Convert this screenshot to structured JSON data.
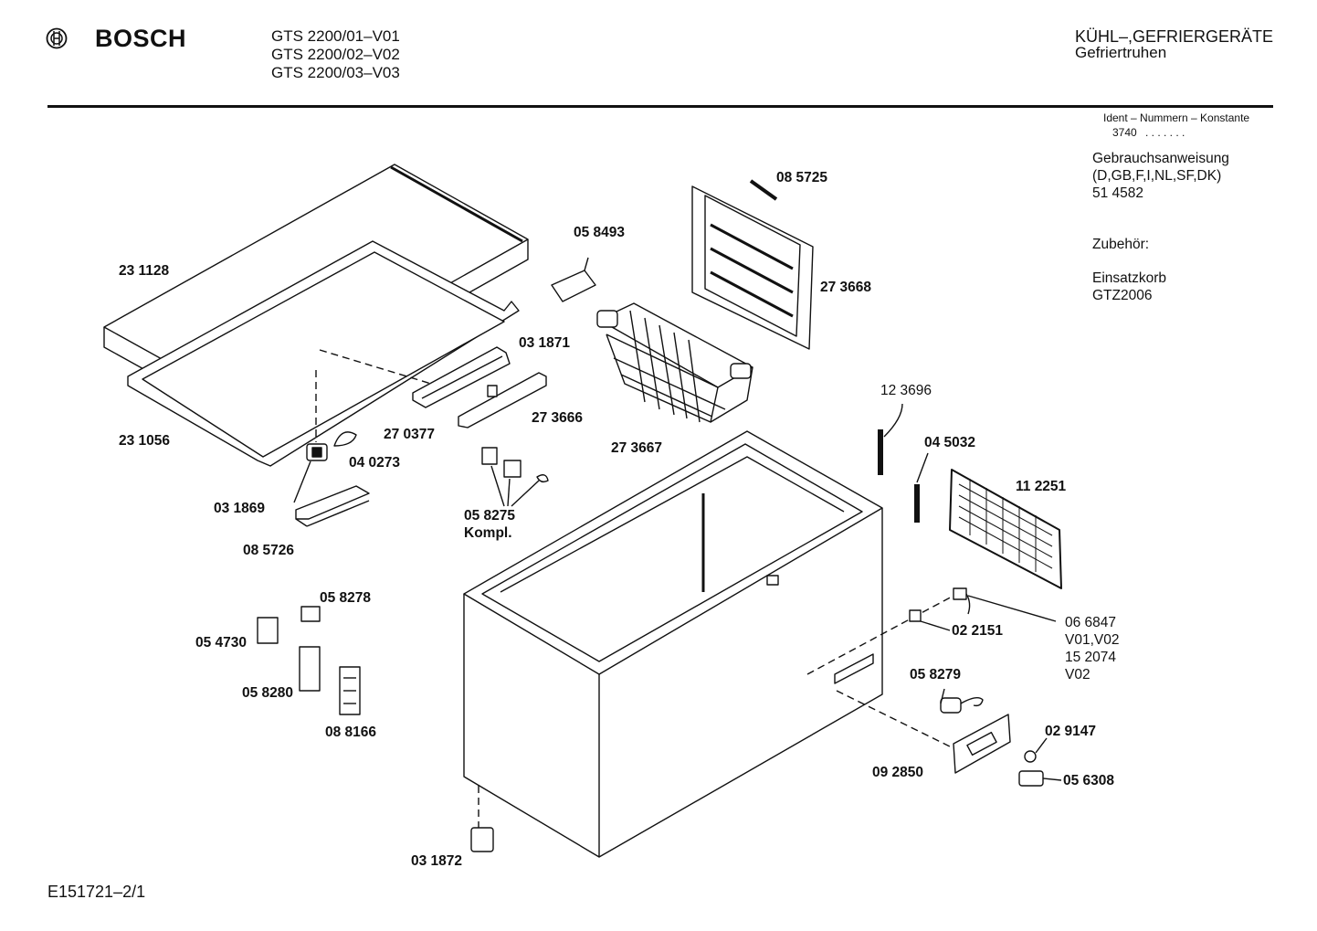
{
  "header": {
    "brand": "BOSCH",
    "models": [
      "GTS 2200/01–V01",
      "GTS 2200/02–V02",
      "GTS 2200/03–V03"
    ],
    "category": "KÜHL–,GEFRIERGERÄTE",
    "subcategory": "Gefriertruhen"
  },
  "sidebar": {
    "ident_label": "Ident – Nummern – Konstante",
    "ident_value": "3740",
    "ident_dots": ". . .   . . . .",
    "manual_title": "Gebrauchsanweisung",
    "manual_langs": "(D,GB,F,I,NL,SF,DK)",
    "manual_number": "51 4582",
    "accessories_label": "Zubehör:",
    "accessory_name": "Einsatzkorb",
    "accessory_code": "GTZ2006"
  },
  "parts": {
    "p231128": "23 1128",
    "p231056": "23 1056",
    "p040273": "04 0273",
    "p031869": "03 1869",
    "p085726": "08 5726",
    "p270377": "27 0377",
    "p031871": "03 1871",
    "p273666": "27 3666",
    "p058493": "05 8493",
    "p085725": "08 5725",
    "p273668": "27 3668",
    "p273667": "27 3667",
    "p058275": "05 8275",
    "p058275b": "Kompl.",
    "p123696": "12 3696",
    "p045032": "04 5032",
    "p112251": "11 2251",
    "p066847": "06 6847",
    "p066847b": "V01,V02",
    "p152074": "15 2074",
    "p152074b": "V02",
    "p022151": "02 2151",
    "p058279": "05 8279",
    "p029147": "02 9147",
    "p092850": "09 2850",
    "p056308": "05 6308",
    "p058278": "05 8278",
    "p054730": "05 4730",
    "p058280": "05 8280",
    "p088166": "08 8166",
    "p031872": "03 1872"
  },
  "footer": {
    "doc_id": "E151721–2/1"
  }
}
